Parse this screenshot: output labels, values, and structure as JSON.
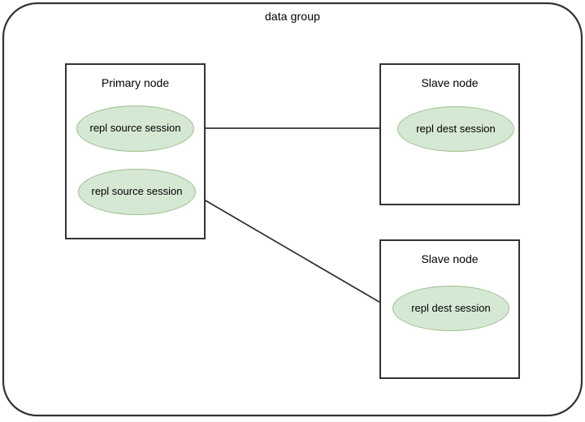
{
  "diagram": {
    "title": "data group",
    "colors": {
      "ellipse_fill": "#d5e8d4",
      "ellipse_stroke": "#9cbf8c",
      "box_stroke": "#333333",
      "arrow_stroke": "#333333",
      "background": "#ffffff",
      "text": "#000000"
    },
    "nodes": [
      {
        "id": "primary-node",
        "title": "Primary node",
        "sessions": [
          {
            "id": "repl-source-session-1",
            "label": "repl source session"
          },
          {
            "id": "repl-source-session-2",
            "label": "repl source session"
          }
        ]
      },
      {
        "id": "slave-node-1",
        "title": "Slave node",
        "sessions": [
          {
            "id": "repl-dest-session-1",
            "label": "repl dest session"
          }
        ]
      },
      {
        "id": "slave-node-2",
        "title": "Slave node",
        "sessions": [
          {
            "id": "repl-dest-session-2",
            "label": "repl dest session"
          }
        ]
      }
    ],
    "connections": [
      {
        "id": "conn-source1-dest1",
        "from": "repl-source-session-1",
        "to": "repl-dest-session-1",
        "style": "straight-arrow"
      },
      {
        "id": "conn-source2-dest2",
        "from": "repl-source-session-2",
        "to": "repl-dest-session-2",
        "style": "diagonal-arrow"
      }
    ]
  }
}
